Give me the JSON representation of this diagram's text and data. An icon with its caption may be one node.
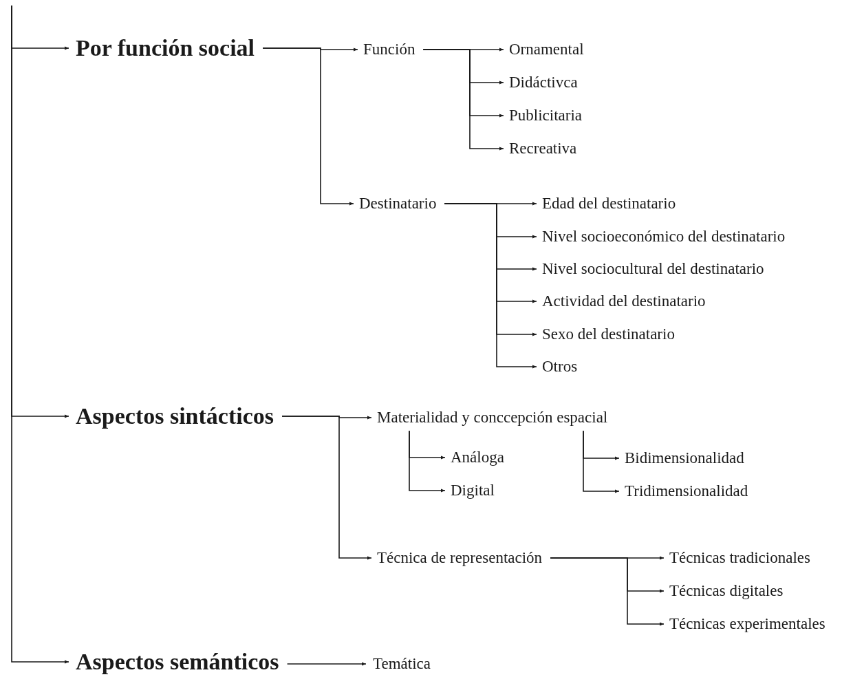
{
  "diagram": {
    "nodes": [
      {
        "text": [
          "Por función social"
        ]
      },
      {
        "text": [
          "Función"
        ]
      },
      {
        "text": [
          "Ornamental"
        ]
      },
      {
        "text": [
          "Didáctivca"
        ]
      },
      {
        "text": [
          "Publicitaria"
        ]
      },
      {
        "text": [
          "Recreativa"
        ]
      },
      {
        "text": [
          "Destinatario"
        ]
      },
      {
        "text": [
          "Edad del destinatario"
        ]
      },
      {
        "text": [
          "Nivel socioeconómico del destinatario"
        ]
      },
      {
        "text": [
          "Nivel sociocultural del destinatario"
        ]
      },
      {
        "text": [
          "Actividad del destinatario"
        ]
      },
      {
        "text": [
          "Sexo del destinatario"
        ]
      },
      {
        "text": [
          "Otros"
        ]
      },
      {
        "text": [
          "Aspectos sintácticos"
        ]
      },
      {
        "text": [
          "Materialidad y conccepción espacial"
        ]
      },
      {
        "text": [
          "Análoga"
        ]
      },
      {
        "text": [
          "Digital"
        ]
      },
      {
        "text": [
          "Bidimensionalidad"
        ]
      },
      {
        "text": [
          "Tridimensionalidad"
        ]
      },
      {
        "text": [
          "Técnica de representación"
        ]
      },
      {
        "text": [
          "Técnicas tradicionales"
        ]
      },
      {
        "text": [
          "Técnicas digitales"
        ]
      },
      {
        "text": [
          "Técnicas experimentales"
        ]
      },
      {
        "text": [
          "Aspectos semánticos"
        ]
      },
      {
        "text": [
          "Temática"
        ]
      }
    ],
    "edges": [
      {
        "from": null,
        "to": 0,
        "arrow": "to"
      },
      {
        "from": null,
        "to": 13,
        "arrow": "to"
      },
      {
        "from": null,
        "to": 23,
        "arrow": "to"
      },
      {
        "from": 0,
        "to": 1,
        "arrow": "to"
      },
      {
        "from": 0,
        "to": 6,
        "arrow": "to"
      },
      {
        "from": 1,
        "to": 2,
        "arrow": "to"
      },
      {
        "from": 1,
        "to": 3,
        "arrow": "to"
      },
      {
        "from": 1,
        "to": 4,
        "arrow": "to"
      },
      {
        "from": 1,
        "to": 5,
        "arrow": "to"
      },
      {
        "from": 6,
        "to": 7,
        "arrow": "to"
      },
      {
        "from": 6,
        "to": 8,
        "arrow": "to"
      },
      {
        "from": 6,
        "to": 9,
        "arrow": "to"
      },
      {
        "from": 6,
        "to": 10,
        "arrow": "to"
      },
      {
        "from": 6,
        "to": 11,
        "arrow": "to"
      },
      {
        "from": 6,
        "to": 12,
        "arrow": "to"
      },
      {
        "from": 13,
        "to": 14,
        "arrow": "to"
      },
      {
        "from": 13,
        "to": 19,
        "arrow": "to"
      },
      {
        "from": 14,
        "to": 15,
        "arrow": "to"
      },
      {
        "from": 14,
        "to": 16,
        "arrow": "to"
      },
      {
        "from": 14,
        "to": 17,
        "arrow": "to"
      },
      {
        "from": 14,
        "to": 18,
        "arrow": "to"
      },
      {
        "from": 19,
        "to": 20,
        "arrow": "to"
      },
      {
        "from": 19,
        "to": 21,
        "arrow": "to"
      },
      {
        "from": 19,
        "to": 22,
        "arrow": "to"
      },
      {
        "from": 23,
        "to": 24,
        "arrow": "to"
      }
    ]
  }
}
